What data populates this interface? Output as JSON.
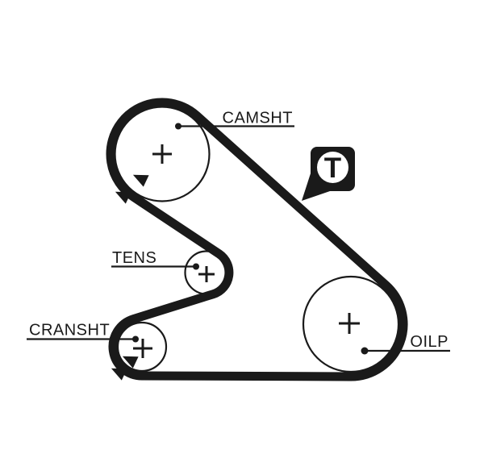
{
  "diagram": {
    "title": "timing-belt-routing-diagram",
    "colors": {
      "line": "#1a1a1a",
      "background": "#ffffff"
    },
    "labels": {
      "camshaft": "CAMSHT",
      "tensioner": "TENS",
      "crankshaft": "CRANSHT",
      "oil_pump": "OILP"
    },
    "badge": {
      "letter": "T"
    },
    "pulleys": [
      {
        "name": "camshaft",
        "label": "CAMSHT",
        "center_marker": "+"
      },
      {
        "name": "tensioner",
        "label": "TENS",
        "center_marker": "+"
      },
      {
        "name": "crankshaft",
        "label": "CRANSHT",
        "center_marker": "+"
      },
      {
        "name": "oil_pump",
        "label": "OILP",
        "center_marker": "+"
      }
    ]
  }
}
